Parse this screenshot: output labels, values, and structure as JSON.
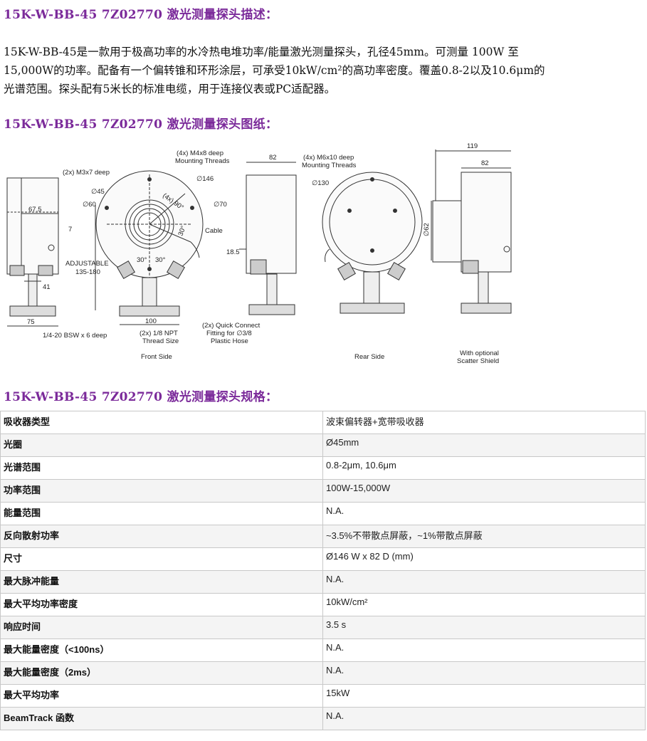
{
  "headings": {
    "description": "15K-W-BB-45 7Z02770 激光测量探头描述：",
    "drawing": "15K-W-BB-45 7Z02770 激光测量探头图纸：",
    "specs": "15K-W-BB-45 7Z02770 激光测量探头规格："
  },
  "description_lines": [
    "15K-W-BB-45是一款用于极高功率的水冷热电堆功率/能量激光测量探头，孔径45mm。可测量 100W 至",
    "15,000W的功率。配备有一个偏转锥和环形涂层，可承受10kW/cm²的高功率密度。覆盖0.8-2以及10.6μm的",
    "光谱范围。探头配有5米长的标准电缆，用于连接仪表或PC适配器。"
  ],
  "drawing_labels": {
    "m4": "(4x) M4x8 deep",
    "m4b": "Mounting Threads",
    "m3": "(2x) M3x7 deep",
    "d146": "∅146",
    "d45": "∅45",
    "d60": "∅60",
    "d70": "∅70",
    "x90": "(4x) 90°",
    "a30": "30°",
    "a30b": "30°",
    "a30c": "30°",
    "cable": "Cable",
    "w675": "67.5",
    "w7": "7",
    "adj": "ADJUSTABLE",
    "adjr": "135-180",
    "w41": "41",
    "w75": "75",
    "w100": "100",
    "bsw": "1/4-20 BSW x 6 deep",
    "npt1": "(2x) 1/8 NPT",
    "npt2": "Thread Size",
    "qc1": "(2x) Quick Connect",
    "qc2": "Fitting for ∅3/8",
    "qc3": "Plastic Hose",
    "front": "Front Side",
    "w82a": "82",
    "w185": "18.5",
    "m6": "(4x) M6x10 deep",
    "m6b": "Mounting Threads",
    "d130": "∅130",
    "rear": "Rear Side",
    "w119": "119",
    "w82b": "82",
    "d62": "∅62",
    "opt1": "With optional",
    "opt2": "Scatter Shield"
  },
  "specs": [
    {
      "k": "吸收器类型",
      "v": "波束偏转器+宽带吸收器"
    },
    {
      "k": "光圈",
      "v": "Ø45mm"
    },
    {
      "k": "光谱范围",
      "v": "0.8-2μm, 10.6μm"
    },
    {
      "k": "功率范围",
      "v": "100W-15,000W"
    },
    {
      "k": "能量范围",
      "v": "N.A."
    },
    {
      "k": "反向散射功率",
      "v": "~3.5%不带散点屏蔽，~1%带散点屏蔽"
    },
    {
      "k": "尺寸",
      "v": "Ø146 W x 82 D (mm)"
    },
    {
      "k": "最大脉冲能量",
      "v": "N.A."
    },
    {
      "k": "最大平均功率密度",
      "v": "10kW/cm²"
    },
    {
      "k": "响应时间",
      "v": "3.5 s"
    },
    {
      "k": "最大能量密度（<100ns）",
      "v": "N.A."
    },
    {
      "k": "最大能量密度（2ms）",
      "v": "N.A."
    },
    {
      "k": "最大平均功率",
      "v": "15kW"
    },
    {
      "k": "BeamTrack 函数",
      "v": "N.A."
    }
  ]
}
